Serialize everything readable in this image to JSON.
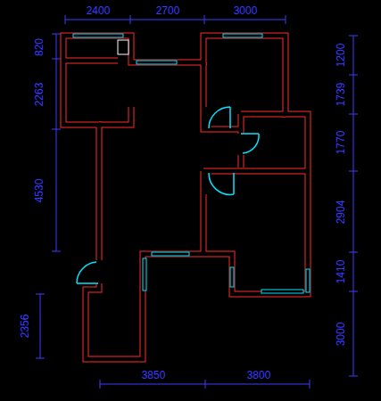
{
  "diagram": {
    "labels": [
      "2400",
      "2700",
      "3000",
      "820",
      "2263",
      "4530",
      "2356",
      "1200",
      "1739",
      "1770",
      "2904",
      "1410",
      "3000",
      "3850",
      "3800"
    ]
  }
}
